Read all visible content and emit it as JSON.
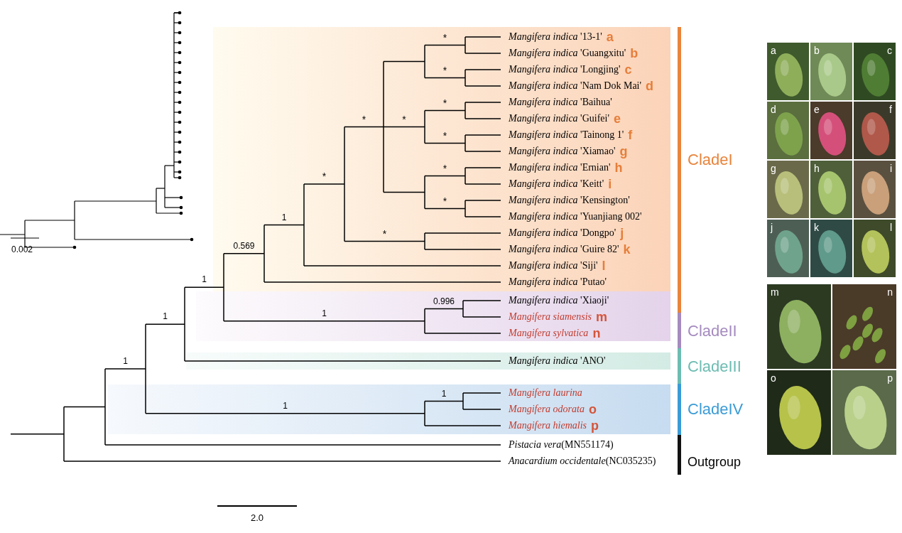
{
  "diagram": {
    "nodes": [
      {
        "text": [
          "CladeI"
        ]
      },
      {
        "text": [
          "CladeII"
        ]
      },
      {
        "text": [
          "CladeIII"
        ]
      },
      {
        "text": [
          "CladeIV"
        ]
      }
    ],
    "labels": [
      "Mangifera indica '13-1'",
      "Mangifera indica 'Guangxitu'",
      "Mangifera indica 'Longjing'",
      "Mangifera indica 'Nam Dok Mai'",
      "Mangifera indica 'Baihua'",
      "Mangifera indica 'Guifei'",
      "Mangifera indica 'Tainong 1'",
      "Mangifera indica 'Xiamao'",
      "Mangifera indica 'Ernian'",
      "Mangifera indica 'Keitt'",
      "Mangifera indica 'Kensington'",
      "Mangifera indica 'Yuanjiang 002'",
      "Mangifera indica 'Dongpo'",
      "Mangifera indica 'Guire 82'",
      "Mangifera indica 'Siji'",
      "Mangifera indica 'Putao'",
      "Mangifera indica 'Xiaoji'",
      "Mangifera siamensis",
      "Mangifera sylvatica",
      "Mangifera indica 'ANO'",
      "Mangifera laurina",
      "Mangifera odorata",
      "Mangifera hiemalis",
      "Pistacia vera(MN551174)",
      "Anacardium occidentale(NC035235)",
      "a",
      "b",
      "c",
      "d",
      "e",
      "f",
      "g",
      "h",
      "i",
      "j",
      "k",
      "l",
      "m",
      "n",
      "o",
      "p",
      "1",
      "1",
      "1",
      "0.569",
      "1",
      "*",
      "*",
      "*",
      "*",
      "*",
      "*",
      "*",
      "*",
      "*",
      "*",
      "1",
      "0.996",
      "1",
      "1",
      "Outgroup",
      "0.002",
      "2.0",
      "a",
      "b",
      "c",
      "d",
      "e",
      "f",
      "g",
      "h",
      "i",
      "j",
      "k",
      "l",
      "m",
      "n",
      "o",
      "p"
    ]
  }
}
